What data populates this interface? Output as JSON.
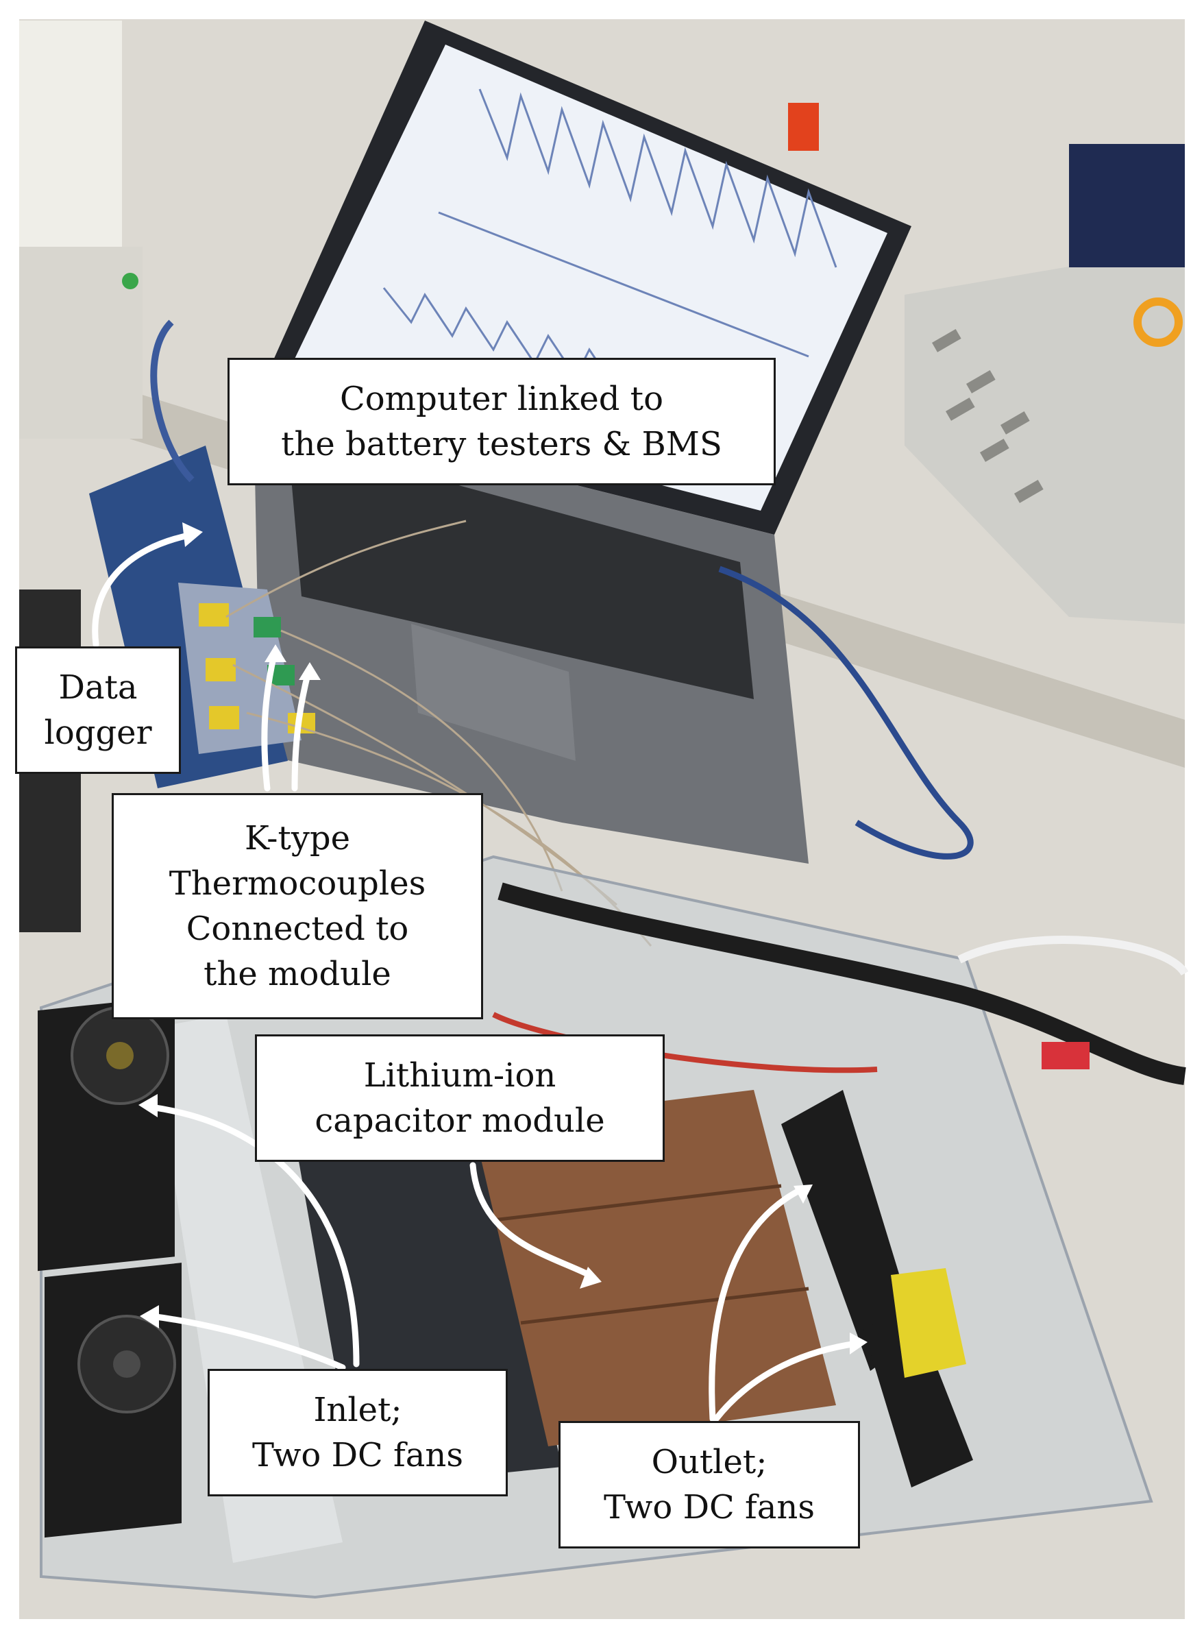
{
  "figure": {
    "labels": {
      "computer": [
        "Computer linked to",
        "the battery testers & BMS"
      ],
      "data_logger": [
        "Data",
        "logger"
      ],
      "thermocouples": [
        "K-type",
        "Thermocouples",
        "Connected to",
        "the module"
      ],
      "lic_module": [
        "Lithium-ion",
        "capacitor module"
      ],
      "inlet": [
        "Inlet;",
        "Two DC fans"
      ],
      "outlet": [
        "Outlet;",
        "Two DC fans"
      ]
    },
    "colors": {
      "background": "#ffffff",
      "table": "#dcd9d2",
      "laptop_body": "#6f7277",
      "laptop_bezel": "#24262b",
      "screen": "#eef2f8",
      "data_logger": "#2c4d86",
      "acrylic_enclosure": "#c9cfd6",
      "capacitor_module": "#8a5a3c",
      "fan": "#1c1c1c",
      "callout_arrow": "#ffffff"
    }
  }
}
